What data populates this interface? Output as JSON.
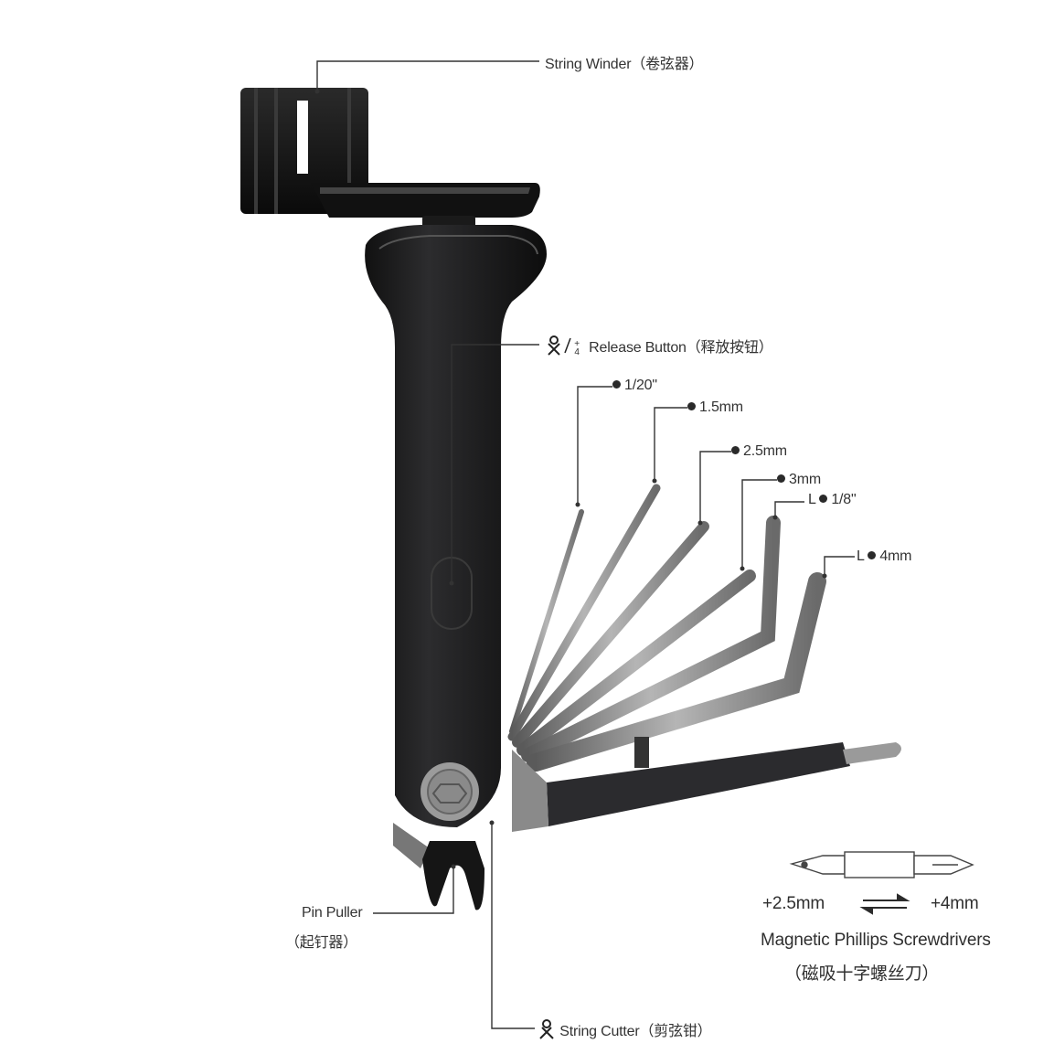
{
  "labels": {
    "string_winder": "String Winder（卷弦器）",
    "release_button": "Release Button（释放按钮）",
    "release_fraction_num": "+",
    "release_fraction_den": "4",
    "hex_1_20": "1/20\"",
    "hex_1_5": "1.5mm",
    "hex_2_5": "2.5mm",
    "hex_3": "3mm",
    "hex_1_8_prefix": "L",
    "hex_1_8": "1/8\"",
    "hex_4_prefix": "L",
    "hex_4": "4mm",
    "pin_puller_en": "Pin Puller",
    "pin_puller_cn": "（起钉器）",
    "string_cutter": "String Cutter（剪弦钳）",
    "bit_small": "+2.5mm",
    "bit_large": "+4mm",
    "screwdriver_en": "Magnetic Phillips Screwdrivers",
    "screwdriver_cn": "（磁吸十字螺丝刀）"
  },
  "icons": {
    "release": "cutter-plus-quarter-icon",
    "hex": "hex-dot-icon",
    "cutter": "cutter-icon",
    "swap": "swap-arrows-icon",
    "bit": "phillips-bit-icon"
  },
  "colors": {
    "body": "#1c1c1e",
    "steel": "#8c8c8c",
    "line": "#333333"
  }
}
